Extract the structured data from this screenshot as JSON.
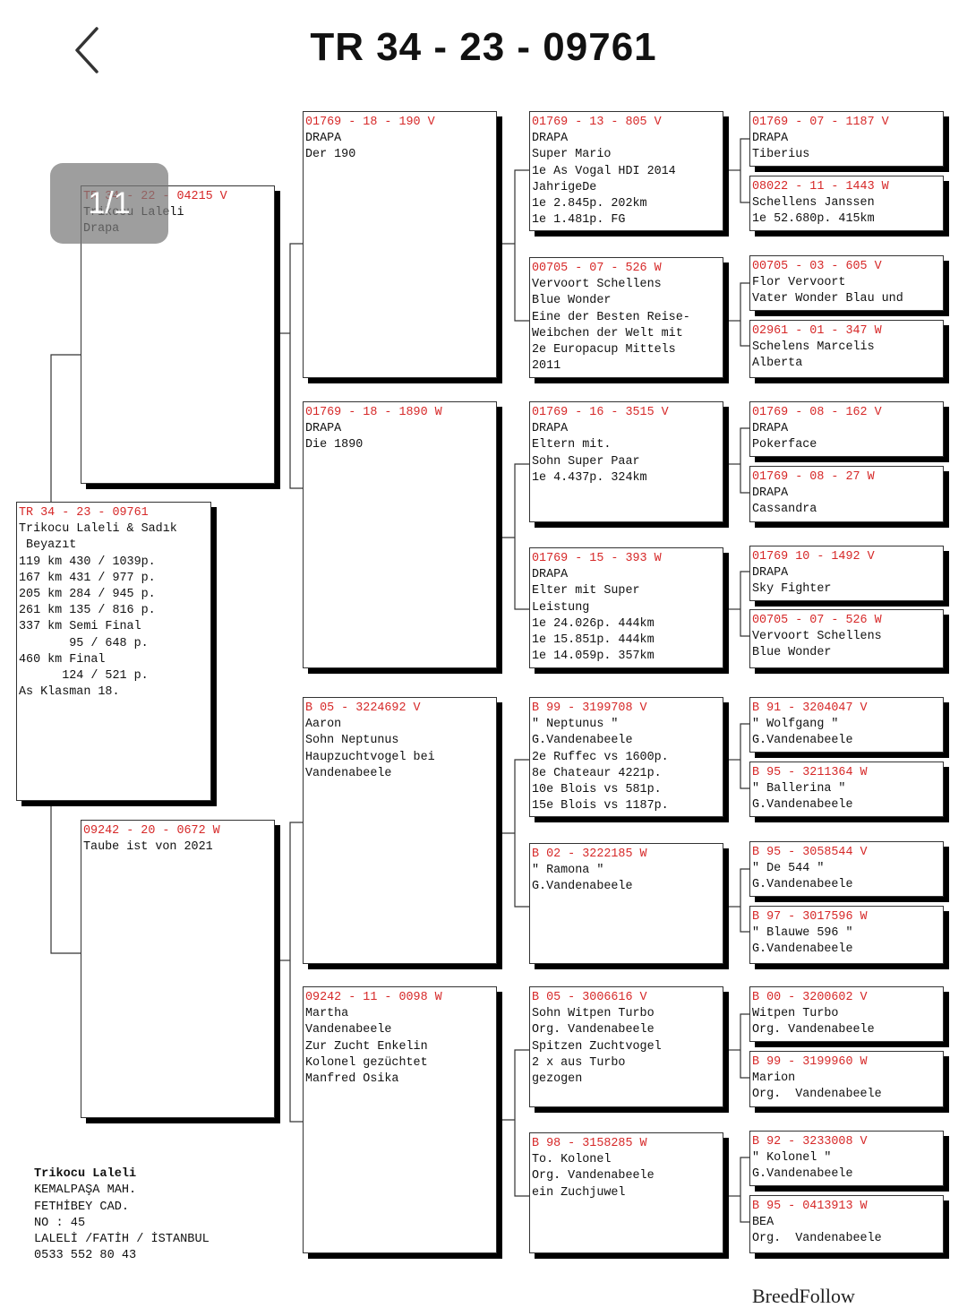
{
  "header": {
    "back_icon": "chevron-left-icon",
    "title": "TR  34 - 23 - 09761"
  },
  "badge": "1/1",
  "pedigree": [
    {
      "id": "subject",
      "lines": [
        "TR 34 - 23 - 09761",
        "Trikocu Laleli & Sadık",
        " Beyazıt",
        "119 km 430 / 1039p.",
        "167 km 431 / 977 p.",
        "205 km 284 / 945 p.",
        "261 km 135 / 816 p.",
        "337 km Semi Final",
        "       95 / 648 p.",
        "460 km Final",
        "      124 / 521 p.",
        "",
        "As Klasman 18."
      ]
    },
    {
      "id": "sire",
      "lines": [
        "TR 34 - 22 - 04215 V",
        "Trikocu Laleli",
        "Drapa"
      ]
    },
    {
      "id": "dam",
      "lines": [
        "09242 - 20 - 0672 W",
        "Taube ist von 2021"
      ]
    },
    {
      "id": "ss",
      "lines": [
        "01769 - 18 - 190 V",
        "DRAPA",
        "Der 190"
      ]
    },
    {
      "id": "sd",
      "lines": [
        "01769 - 18 - 1890 W",
        "DRAPA",
        "Die 1890"
      ]
    },
    {
      "id": "ds",
      "lines": [
        "B 05 - 3224692 V",
        "Aaron",
        "Sohn Neptunus",
        "Haupzuchtvogel bei",
        "Vandenabeele"
      ]
    },
    {
      "id": "dd",
      "lines": [
        "09242 - 11 - 0098 W",
        "Martha",
        "Vandenabeele",
        "Zur Zucht Enkelin",
        "Kolonel gezüchtet",
        "Manfred Osika"
      ]
    },
    {
      "id": "sss",
      "lines": [
        "01769 - 13 - 805 V",
        "DRAPA",
        "Super Mario",
        "1e As Vogal HDI 2014",
        "JahrigeDe",
        "1e 2.845p. 202km",
        "1e 1.481p. FG"
      ]
    },
    {
      "id": "ssd",
      "lines": [
        "00705 - 07 - 526 W",
        "Vervoort Schellens",
        "Blue Wonder",
        "Eine der Besten Reise-",
        "Weibchen der Welt mit",
        "2e Europacup Mittels",
        "2011"
      ]
    },
    {
      "id": "sds",
      "lines": [
        "01769 - 16 - 3515 V",
        "DRAPA",
        "Eltern mit.",
        "",
        "Sohn Super Paar",
        "",
        "1e 4.437p. 324km"
      ]
    },
    {
      "id": "sdd",
      "lines": [
        "01769 - 15 - 393 W",
        "DRAPA",
        "Elter mit Super",
        "Leistung",
        "1e 24.026p. 444km",
        "1e 15.851p. 444km",
        "1e 14.059p. 357km"
      ]
    },
    {
      "id": "dss",
      "lines": [
        "B 99 - 3199708 V",
        "\" Neptunus \"",
        "G.Vandenabeele",
        "2e Ruffec vs 1600p.",
        "8e Chateaur 4221p.",
        "10e Blois vs 581p.",
        "15e Blois vs 1187p."
      ]
    },
    {
      "id": "dsd",
      "lines": [
        "B 02 - 3222185 W",
        "\" Ramona \"",
        "G.Vandenabeele"
      ]
    },
    {
      "id": "dds",
      "lines": [
        "B 05 - 3006616 V",
        "Sohn Witpen Turbo",
        "Org. Vandenabeele",
        "",
        "Spitzen Zuchtvogel",
        "2 x aus Turbo",
        "gezogen"
      ]
    },
    {
      "id": "ddd",
      "lines": [
        "B 98 - 3158285 W",
        "To. Kolonel",
        "Org. Vandenabeele",
        "ein Zuchjuwel"
      ]
    },
    {
      "id": "g1",
      "lines": [
        "01769 - 07 - 1187 V",
        "DRAPA",
        "Tiberius"
      ]
    },
    {
      "id": "g2",
      "lines": [
        "08022 - 11 - 1443 W",
        "Schellens Janssen",
        "1e 52.680p. 415km"
      ]
    },
    {
      "id": "g3",
      "lines": [
        "00705 - 03 - 605 V",
        "Flor Vervoort",
        "Vater Wonder Blau und"
      ]
    },
    {
      "id": "g4",
      "lines": [
        "02961 - 01 - 347 W",
        "Schelens Marcelis",
        "Alberta"
      ]
    },
    {
      "id": "g5",
      "lines": [
        "01769 - 08 - 162 V",
        "DRAPA",
        "Pokerface"
      ]
    },
    {
      "id": "g6",
      "lines": [
        "01769 - 08 - 27 W",
        "DRAPA",
        "Cassandra"
      ]
    },
    {
      "id": "g7",
      "lines": [
        "01769 10 - 1492 V",
        "DRAPA",
        "Sky Fighter"
      ]
    },
    {
      "id": "g8",
      "lines": [
        "00705 - 07 - 526 W",
        "Vervoort Schellens",
        "Blue Wonder"
      ]
    },
    {
      "id": "g9",
      "lines": [
        "B 91 - 3204047 V",
        "\" Wolfgang \"",
        "G.Vandenabeele"
      ]
    },
    {
      "id": "g10",
      "lines": [
        "B 95 - 3211364 W",
        "\" Ballerina \"",
        "G.Vandenabeele"
      ]
    },
    {
      "id": "g11",
      "lines": [
        "B 95 - 3058544 V",
        "\" De 544 \"",
        "G.Vandenabeele"
      ]
    },
    {
      "id": "g12",
      "lines": [
        "B 97 - 3017596 W",
        "\" Blauwe 596 \"",
        "G.Vandenabeele"
      ]
    },
    {
      "id": "g13",
      "lines": [
        "B 00 - 3200602 V",
        "Witpen Turbo",
        "Org. Vandenabeele"
      ]
    },
    {
      "id": "g14",
      "lines": [
        "B 99 - 3199960 W",
        "Marion",
        "Org.  Vandenabeele"
      ]
    },
    {
      "id": "g15",
      "lines": [
        "B 92 - 3233008 V",
        "\" Kolonel \"",
        "G.Vandenabeele"
      ]
    },
    {
      "id": "g16",
      "lines": [
        "B 95 - 0413913 W",
        "BEA",
        "Org.  Vandenabeele"
      ]
    }
  ],
  "owner": [
    "Trikocu Laleli",
    "KEMALPAŞA MAH.",
    "FETHİBEY CAD.",
    "NO : 45",
    "LALELİ /FATİH / İSTANBUL",
    "0533 552 80 43"
  ],
  "brand": "BreedFollow"
}
